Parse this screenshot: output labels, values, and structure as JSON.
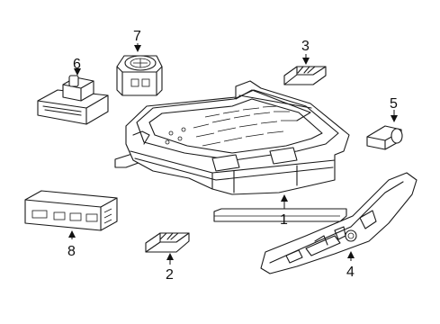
{
  "diagram": {
    "callouts": {
      "p1": "1",
      "p2": "2",
      "p3": "3",
      "p4": "4",
      "p5": "5",
      "p6": "6",
      "p7": "7",
      "p8": "8"
    }
  }
}
